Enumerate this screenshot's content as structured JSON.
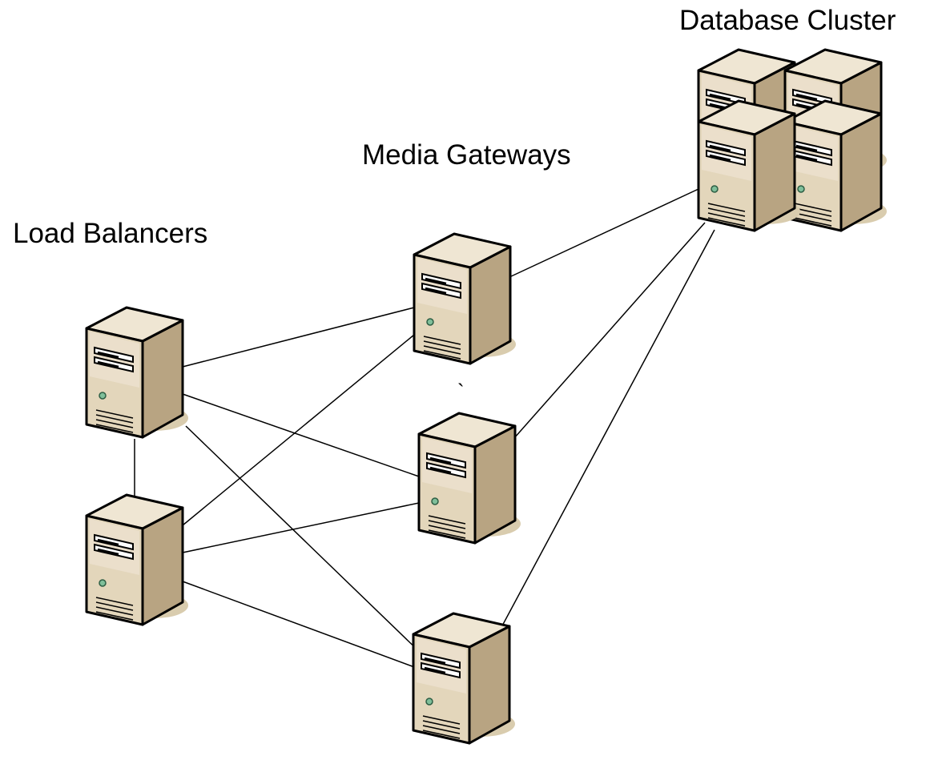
{
  "diagram": {
    "groups": [
      {
        "id": "load-balancers",
        "label": "Load Balancers",
        "nodes": [
          "lb1",
          "lb2"
        ]
      },
      {
        "id": "media-gateways",
        "label": "Media Gateways",
        "nodes": [
          "mg1",
          "mg2",
          "mg3"
        ]
      },
      {
        "id": "database-cluster",
        "label": "Database Cluster",
        "nodes": [
          "db1",
          "db2",
          "db3",
          "db4"
        ]
      }
    ],
    "nodes": [
      {
        "id": "lb1",
        "type": "server",
        "group": "load-balancers"
      },
      {
        "id": "lb2",
        "type": "server",
        "group": "load-balancers"
      },
      {
        "id": "mg1",
        "type": "server",
        "group": "media-gateways"
      },
      {
        "id": "mg2",
        "type": "server",
        "group": "media-gateways"
      },
      {
        "id": "mg3",
        "type": "server",
        "group": "media-gateways"
      },
      {
        "id": "db1",
        "type": "server",
        "group": "database-cluster"
      },
      {
        "id": "db2",
        "type": "server",
        "group": "database-cluster"
      },
      {
        "id": "db3",
        "type": "server",
        "group": "database-cluster"
      },
      {
        "id": "db4",
        "type": "server",
        "group": "database-cluster"
      }
    ],
    "edges": [
      {
        "from": "lb1",
        "to": "lb2"
      },
      {
        "from": "lb1",
        "to": "mg1"
      },
      {
        "from": "lb1",
        "to": "mg2"
      },
      {
        "from": "lb1",
        "to": "mg3"
      },
      {
        "from": "lb2",
        "to": "mg1"
      },
      {
        "from": "lb2",
        "to": "mg2"
      },
      {
        "from": "lb2",
        "to": "mg3"
      },
      {
        "from": "mg1",
        "to": "database-cluster"
      },
      {
        "from": "mg2",
        "to": "database-cluster"
      },
      {
        "from": "mg3",
        "to": "database-cluster"
      }
    ],
    "stray_mark": "`",
    "colors": {
      "server_body": "#e3d6bb",
      "server_side": "#b8a482",
      "server_top": "#efe6d3",
      "shadow": "#d9ccae",
      "outline": "#000000",
      "led": "#7fbf9a",
      "background": "#ffffff"
    },
    "icons": [
      "server-tower-icon"
    ]
  }
}
